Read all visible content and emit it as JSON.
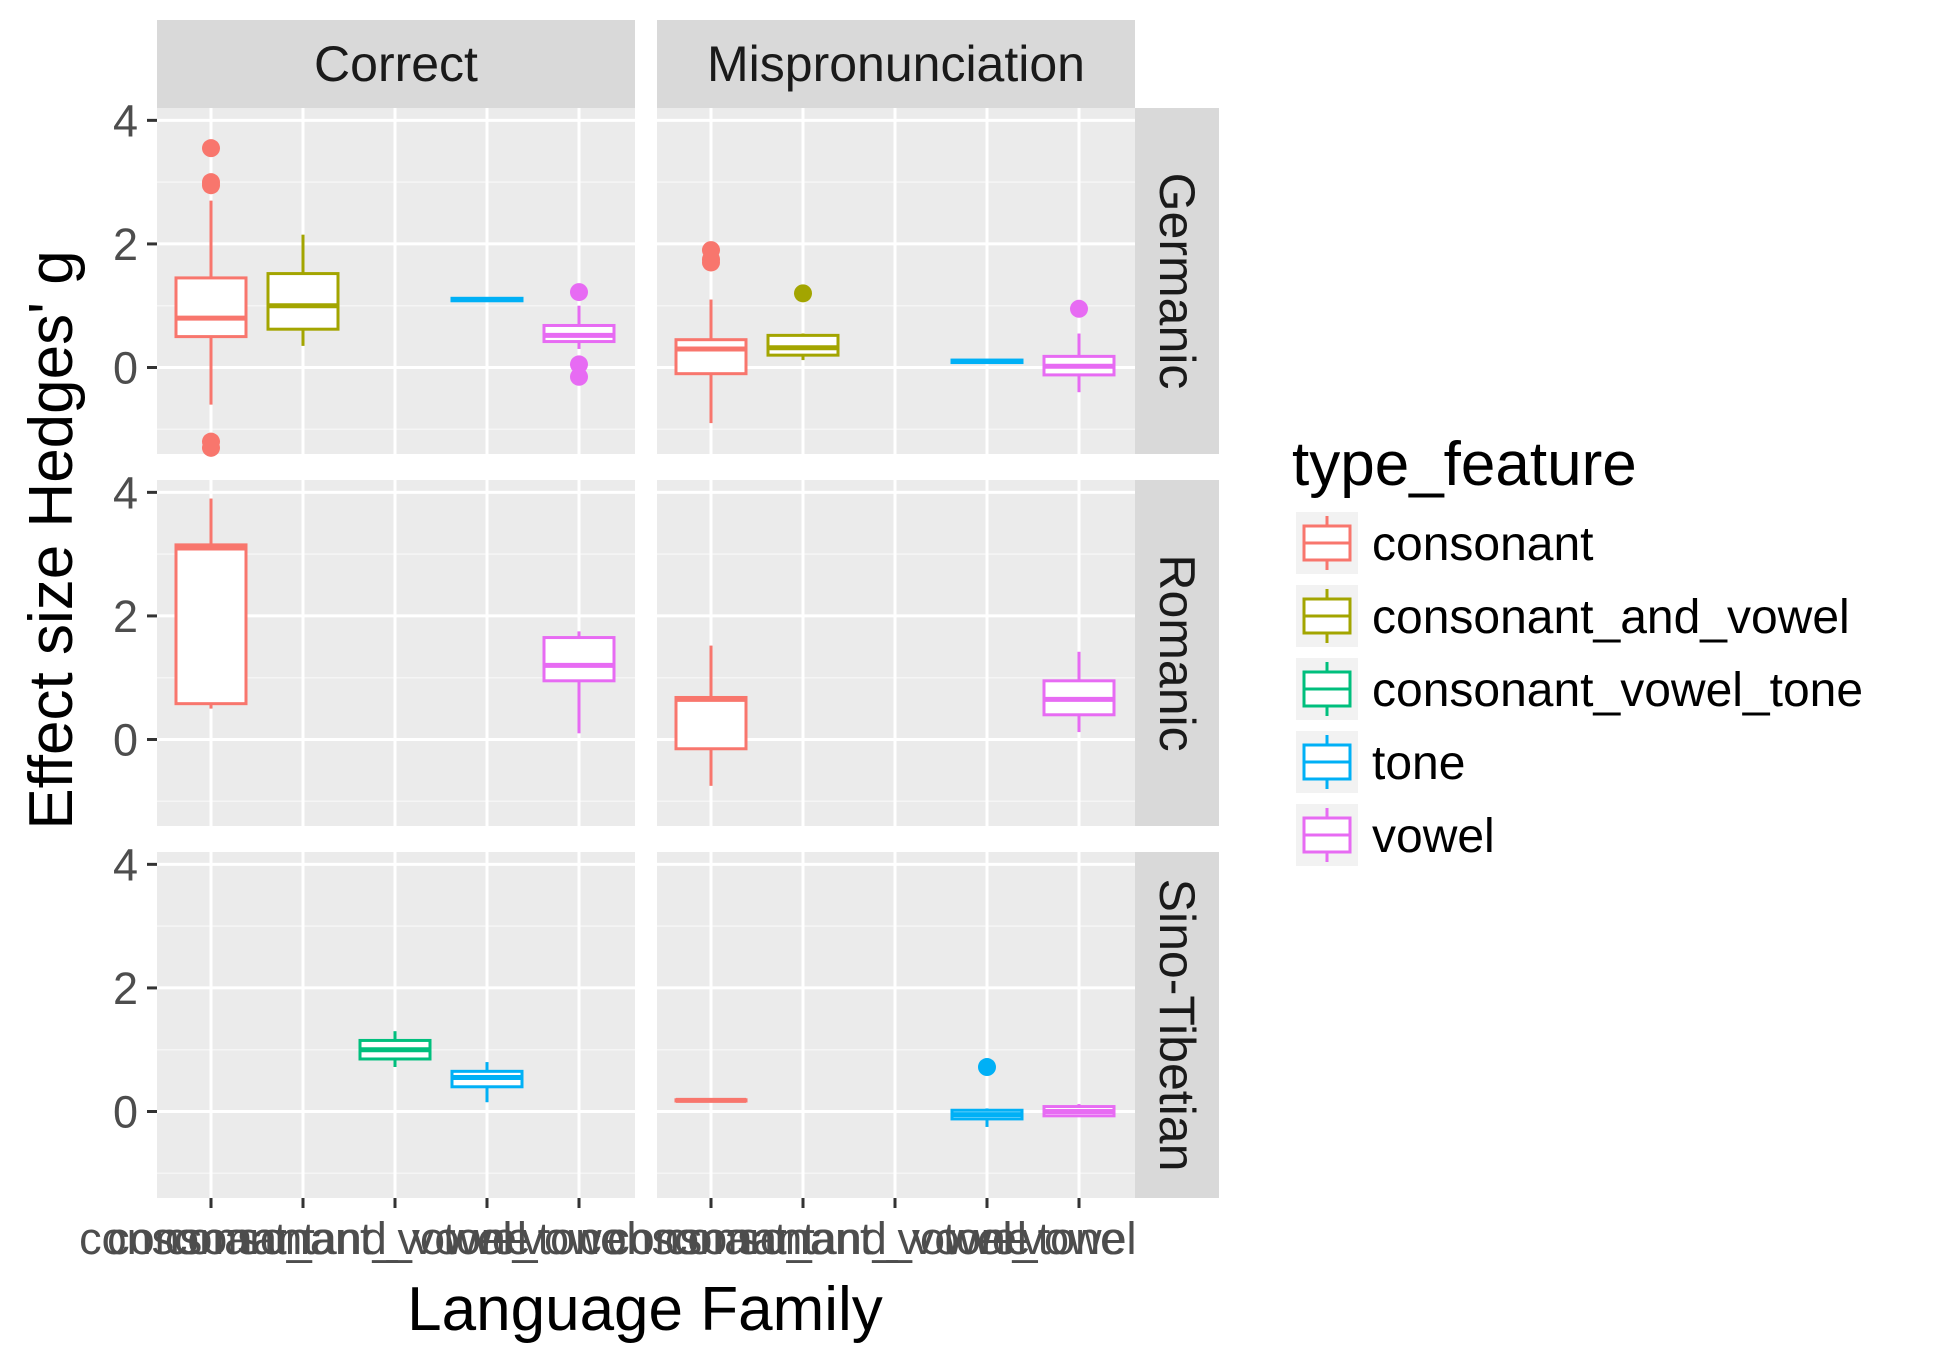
{
  "chart_data": {
    "type": "boxplot",
    "xlabel": "Language Family",
    "ylabel": "Effect size Hedges' g",
    "ylim": [
      -1.4,
      4.2
    ],
    "yticks": [
      0,
      2,
      4
    ],
    "categories": [
      "consonant",
      "consonant_and_vowel",
      "consonant_vowel_tone",
      "tone",
      "vowel"
    ],
    "columns": [
      "Correct",
      "Mispronunciation"
    ],
    "rows": [
      "Germanic",
      "Romanic",
      "Sino-Tibetian"
    ],
    "legend": {
      "title": "type_feature",
      "position": "right",
      "entries": [
        "consonant",
        "consonant_and_vowel",
        "consonant_vowel_tone",
        "tone",
        "vowel"
      ]
    },
    "colors": {
      "consonant": "#F8766D",
      "consonant_and_vowel": "#A3A500",
      "consonant_vowel_tone": "#00BF7D",
      "tone": "#00B0F6",
      "vowel": "#E76BF3"
    },
    "panels": [
      {
        "column": "Correct",
        "row": "Germanic",
        "boxes": [
          {
            "category": "consonant",
            "lower_whisker": -0.6,
            "q1": 0.5,
            "median": 0.8,
            "q3": 1.45,
            "upper_whisker": 2.7,
            "outliers": [
              3.55,
              3.0,
              2.95,
              -1.2,
              -1.3
            ]
          },
          {
            "category": "consonant_and_vowel",
            "lower_whisker": 0.35,
            "q1": 0.62,
            "median": 1.0,
            "q3": 1.52,
            "upper_whisker": 2.15,
            "outliers": []
          },
          {
            "category": "tone",
            "lower_whisker": 1.08,
            "q1": 1.08,
            "median": 1.1,
            "q3": 1.12,
            "upper_whisker": 1.12,
            "outliers": []
          },
          {
            "category": "vowel",
            "lower_whisker": 0.3,
            "q1": 0.42,
            "median": 0.52,
            "q3": 0.68,
            "upper_whisker": 1.0,
            "outliers": [
              1.22,
              0.05,
              -0.15
            ]
          }
        ]
      },
      {
        "column": "Mispronunciation",
        "row": "Germanic",
        "boxes": [
          {
            "category": "consonant",
            "lower_whisker": -0.9,
            "q1": -0.1,
            "median": 0.3,
            "q3": 0.45,
            "upper_whisker": 1.1,
            "outliers": [
              1.9,
              1.75,
              1.7
            ]
          },
          {
            "category": "consonant_and_vowel",
            "lower_whisker": 0.12,
            "q1": 0.2,
            "median": 0.32,
            "q3": 0.52,
            "upper_whisker": 0.55,
            "outliers": [
              1.2
            ]
          },
          {
            "category": "tone",
            "lower_whisker": 0.08,
            "q1": 0.08,
            "median": 0.1,
            "q3": 0.12,
            "upper_whisker": 0.12,
            "outliers": []
          },
          {
            "category": "vowel",
            "lower_whisker": -0.4,
            "q1": -0.12,
            "median": 0.02,
            "q3": 0.18,
            "upper_whisker": 0.55,
            "outliers": [
              0.95
            ]
          }
        ]
      },
      {
        "column": "Correct",
        "row": "Romanic",
        "boxes": [
          {
            "category": "consonant",
            "lower_whisker": 0.5,
            "q1": 0.58,
            "median": 3.1,
            "q3": 3.15,
            "upper_whisker": 3.9,
            "outliers": []
          },
          {
            "category": "vowel",
            "lower_whisker": 0.1,
            "q1": 0.95,
            "median": 1.2,
            "q3": 1.65,
            "upper_whisker": 1.75,
            "outliers": []
          }
        ]
      },
      {
        "column": "Mispronunciation",
        "row": "Romanic",
        "boxes": [
          {
            "category": "consonant",
            "lower_whisker": -0.75,
            "q1": -0.15,
            "median": 0.65,
            "q3": 0.68,
            "upper_whisker": 1.52,
            "outliers": []
          },
          {
            "category": "vowel",
            "lower_whisker": 0.12,
            "q1": 0.4,
            "median": 0.65,
            "q3": 0.95,
            "upper_whisker": 1.42,
            "outliers": []
          }
        ]
      },
      {
        "column": "Correct",
        "row": "Sino-Tibetian",
        "boxes": [
          {
            "category": "consonant_vowel_tone",
            "lower_whisker": 0.72,
            "q1": 0.85,
            "median": 1.0,
            "q3": 1.15,
            "upper_whisker": 1.3,
            "outliers": []
          },
          {
            "category": "tone",
            "lower_whisker": 0.15,
            "q1": 0.4,
            "median": 0.55,
            "q3": 0.65,
            "upper_whisker": 0.8,
            "outliers": []
          }
        ]
      },
      {
        "column": "Mispronunciation",
        "row": "Sino-Tibetian",
        "boxes": [
          {
            "category": "consonant",
            "lower_whisker": 0.16,
            "q1": 0.17,
            "median": 0.18,
            "q3": 0.19,
            "upper_whisker": 0.2,
            "outliers": []
          },
          {
            "category": "tone",
            "lower_whisker": -0.25,
            "q1": -0.12,
            "median": -0.05,
            "q3": 0.02,
            "upper_whisker": 0.05,
            "outliers": [
              0.72
            ]
          },
          {
            "category": "vowel",
            "lower_whisker": -0.08,
            "q1": -0.07,
            "median": 0.0,
            "q3": 0.08,
            "upper_whisker": 0.12,
            "outliers": []
          }
        ]
      }
    ]
  }
}
